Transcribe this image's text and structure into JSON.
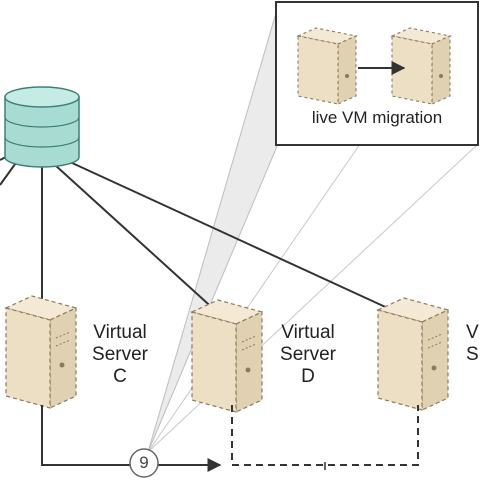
{
  "inset": {
    "caption": "live VM migration"
  },
  "servers": [
    {
      "id": "c",
      "line1": "Virtual",
      "line2": "Server",
      "line3": "C"
    },
    {
      "id": "d",
      "line1": "Virtual",
      "line2": "Server",
      "line3": "D"
    },
    {
      "id": "e",
      "line1": "V",
      "line2": "S",
      "line3": ""
    }
  ],
  "step_marker": "9",
  "colors": {
    "server_fill": "#ecdfc4",
    "server_edge": "#8a7a60",
    "database_fill": "#a8dcd2",
    "database_edge": "#3f7f78",
    "line": "#333333",
    "callout_fill": "#e9e9e9"
  }
}
